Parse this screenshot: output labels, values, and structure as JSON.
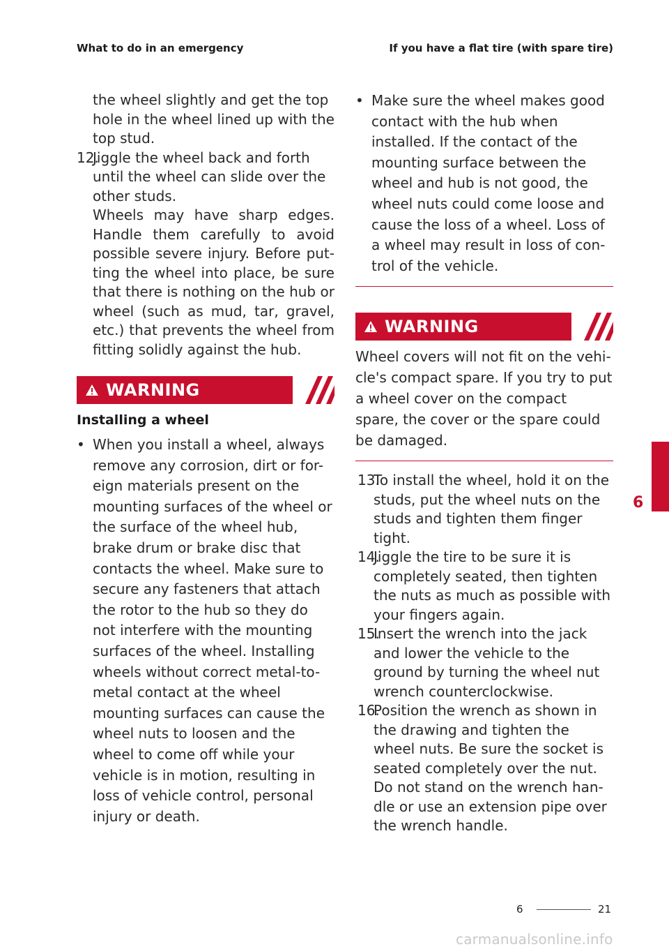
{
  "header": {
    "left": "What to do in an emergency",
    "right": "If you have a flat tire (with spare tire)"
  },
  "left_column": {
    "step11_cont": "the wheel slightly and get the top hole in the wheel lined up with the top stud.",
    "step12": {
      "num": "12.",
      "text": "Jiggle the wheel back and forth until the wheel can slide over the other studs.",
      "note": "Wheels may have sharp edges. Handle them carefully to avoid possible severe injury. Before put-ting the wheel into place, be sure that there is nothing on the hub or wheel (such as mud, tar, gravel, etc.) that prevents the wheel from fitting solidly against the hub."
    },
    "warning_title": "WARNING",
    "warning_subheading": "Installing a wheel",
    "bullet_mark": "•",
    "warning_bullet_1": "When you install a wheel, always remove any corrosion, dirt or for-eign materials present on the mounting surfaces of the wheel or the surface of the wheel hub, brake drum or brake disc that contacts the wheel. Make sure to secure any fasteners that attach the rotor to the hub so they do not interfere with the mounting surfaces of the wheel. Installing wheels without correct metal-to-metal contact at the wheel mounting surfaces can cause the wheel nuts to loosen and the wheel to come off while your vehicle is in motion, resulting in loss of vehicle control, personal injury or death."
  },
  "right_column": {
    "bullet_mark": "•",
    "warning_bullet_2": "Make sure the wheel makes good contact with the hub when installed. If the contact of the mounting surface between the wheel and hub is not good, the wheel nuts could come loose and cause the loss of a wheel. Loss of a wheel may result in loss of con-trol of the vehicle.",
    "warning2_title": "WARNING",
    "warning2_text": "Wheel covers will not fit on the vehi-cle's compact spare. If you try to put a wheel cover on the compact spare, the cover or the spare could be damaged.",
    "steps": [
      {
        "num": "13.",
        "text": "To install the wheel, hold it on the studs, put the wheel nuts on the studs and tighten them finger tight."
      },
      {
        "num": "14.",
        "text": "Jiggle the tire to be sure it is completely seated, then tighten the nuts as much as possible with your fingers again."
      },
      {
        "num": "15.",
        "text": "Insert the wrench into the jack and lower the vehicle to the ground by turning the wheel nut wrench counterclockwise."
      },
      {
        "num": "16.",
        "text": "Position the wrench as shown in the drawing and tighten the wheel nuts. Be sure the socket is seated completely over the nut. Do not stand on the wrench han-dle or use an extension pipe over the wrench handle."
      }
    ]
  },
  "side_tab": {
    "chapter": "6"
  },
  "footer": {
    "chapter": "6",
    "page": "21"
  },
  "watermark": "carmanualsonline.info",
  "colors": {
    "accent": "#c8102e"
  }
}
